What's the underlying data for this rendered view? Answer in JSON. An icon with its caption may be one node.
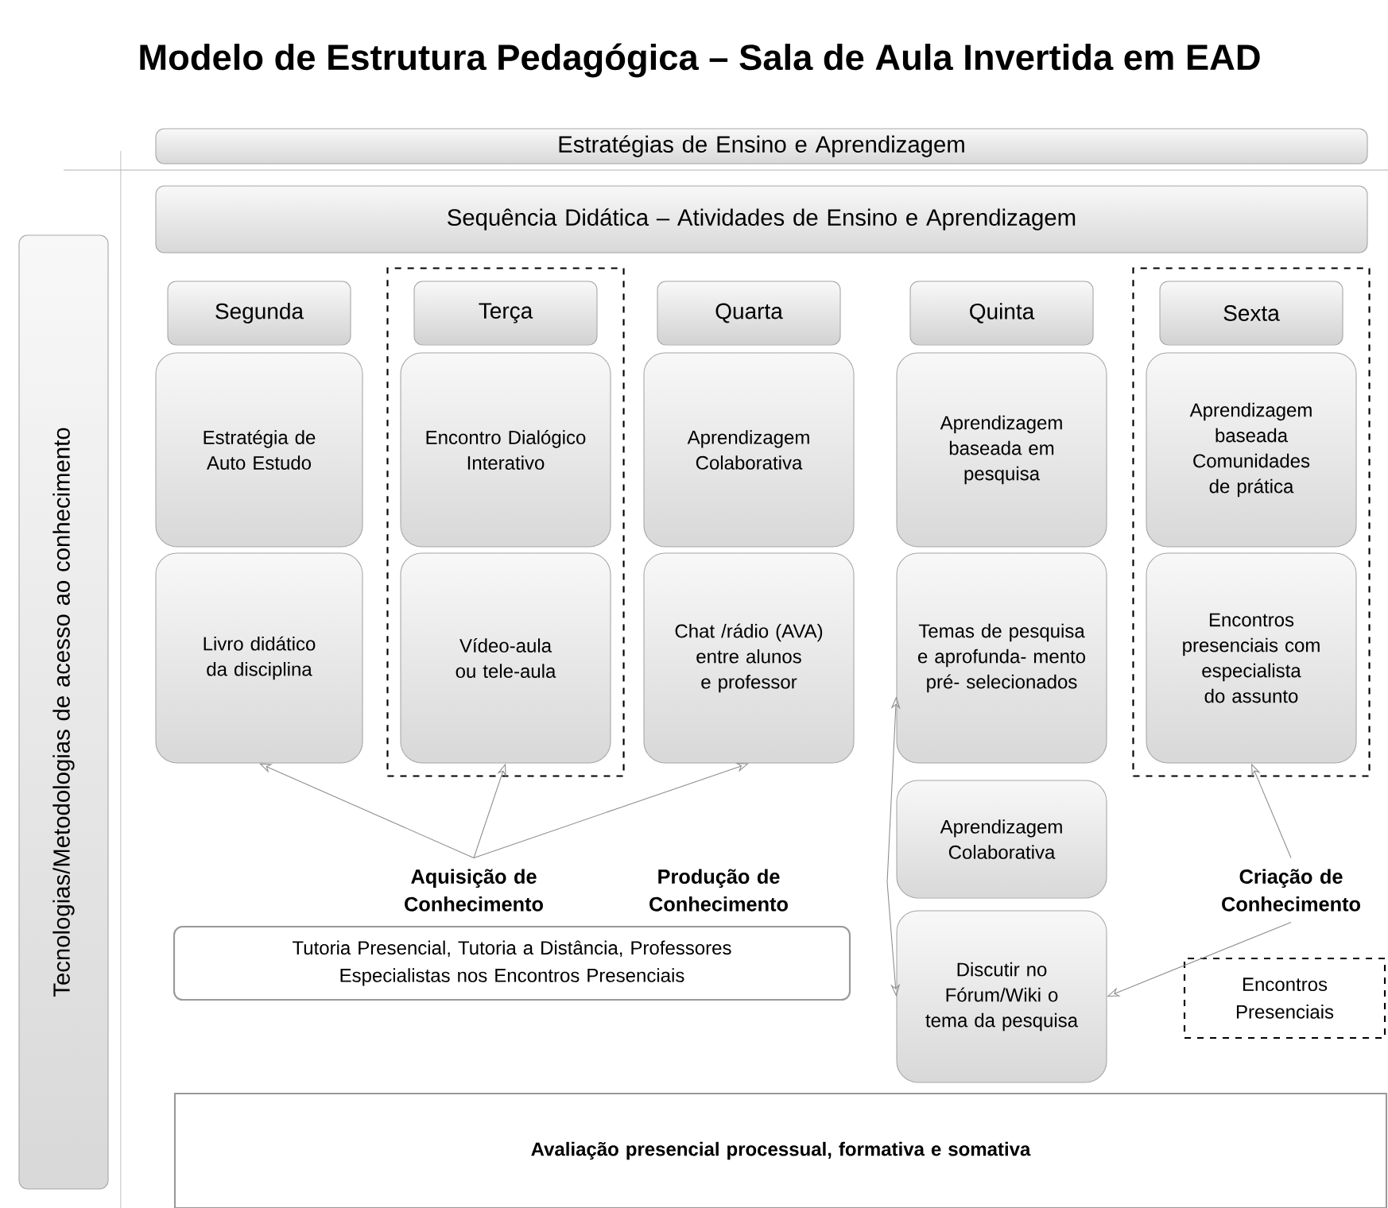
{
  "diagram": {
    "title": "Modelo de Estrutura Pedagógica – Sala de Aula Invertida em EAD",
    "nodes": [
      {
        "text": [
          "Estratégias de Ensino e Aprendizagem"
        ]
      },
      {
        "text": [
          "Tecnologias/Metodologias de acesso ao conhecimento"
        ]
      },
      {
        "text": [
          "Sequência Didática – Atividades de Ensino e Aprendizagem"
        ]
      },
      {
        "text": [],
        "shape": "box"
      },
      {
        "text": [
          "Segunda"
        ]
      },
      {
        "text": [
          "Estratégia de Auto Estudo"
        ]
      },
      {
        "text": [
          "Livro didático da disciplina"
        ]
      },
      {
        "text": [
          "Terça"
        ],
        "in": 3
      },
      {
        "text": [
          "Encontro Dialógico Interativo"
        ],
        "in": 3
      },
      {
        "text": [
          "Vídeo-aula ou tele-aula"
        ],
        "in": 3
      },
      {
        "text": [
          "Quarta"
        ]
      },
      {
        "text": [
          "Aprendizagem Colaborativa"
        ]
      },
      {
        "text": [
          "Chat /rádio (AVA) entre alunos e professor"
        ]
      },
      {
        "text": [
          "Quinta"
        ]
      },
      {
        "text": [
          "Aprendizagem baseada em pesquisa"
        ]
      },
      {
        "text": [
          "Temas de pesquisa e aprofunda- mento pré- selecionados"
        ]
      },
      {
        "text": [],
        "shape": "box"
      },
      {
        "text": [
          "Sexta"
        ],
        "in": 16
      },
      {
        "text": [
          "Aprendizagem baseada Comunidades de prática"
        ],
        "in": 16
      },
      {
        "text": [
          "Encontros presenciais com especialista do assunto"
        ],
        "in": 16
      },
      {
        "text": [
          "Aprendizagem Colaborativa"
        ]
      },
      {
        "text": [
          "Discutir no Fórum/Wiki o tema da pesquisa"
        ]
      },
      {
        "text": [
          "Aquisição de Conhecimento"
        ]
      },
      {
        "text": [
          "Criação de Conhecimento"
        ]
      },
      {
        "text": [
          "Tutoria Presencial, Tutoria a Distância, Professores Especialistas nos Encontros Presenciais"
        ]
      },
      {
        "text": [
          "Encontros Presenciais"
        ]
      },
      {
        "text": [
          "Avaliação presencial processual, formativa e somativa"
        ]
      }
    ],
    "edges": [
      {
        "from": 22,
        "to": 6,
        "arrow": "to"
      },
      {
        "from": 22,
        "to": 9,
        "arrow": "to"
      },
      {
        "from": 22,
        "to": 12,
        "arrow": "to"
      },
      {
        "from": 15,
        "to": 21,
        "arrow": "both"
      },
      {
        "from": 23,
        "to": 19,
        "arrow": "to"
      },
      {
        "from": 23,
        "to": 21,
        "arrow": "to"
      }
    ],
    "labels": [
      "Produção de Conhecimento"
    ]
  }
}
